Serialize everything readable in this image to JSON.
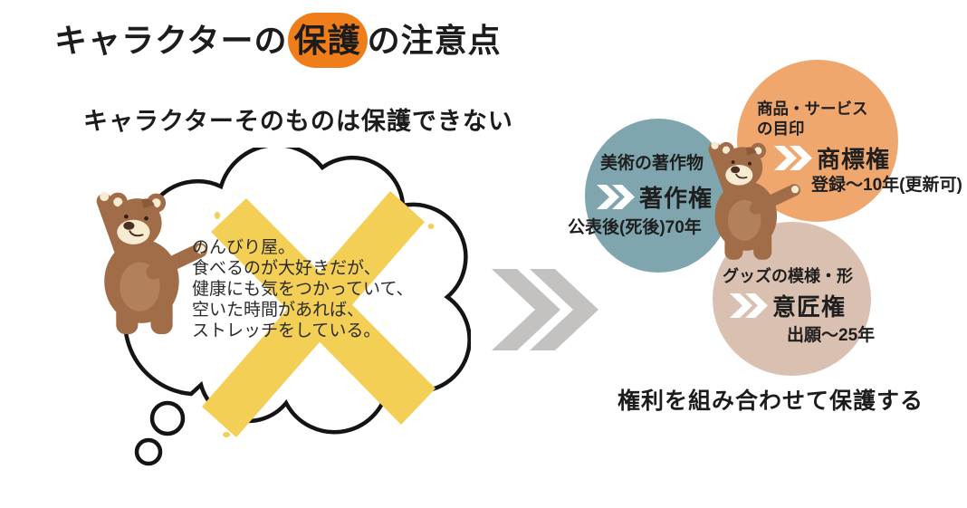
{
  "title": {
    "pre": "キャラクターの",
    "highlight": "保護",
    "post": "の注意点"
  },
  "subtitle": "キャラクターそのものは保護できない",
  "thought_bubble": {
    "line1": "のんびり屋。",
    "line2": "食べるのが大好きだが、",
    "line3": "健康にも気をつかっていて、",
    "line4": "空いた時間があれば、",
    "line5": "ストレッチをしている。"
  },
  "rights": {
    "copyright": {
      "qualifier": "美術の著作物",
      "name": "著作権",
      "duration": "公表後(死後)70年",
      "color": "#7FA5AE"
    },
    "trademark": {
      "qualifier_line1": "商品・サービス",
      "qualifier_line2": "の目印",
      "name": "商標権",
      "duration": "登録〜10年(更新可)",
      "color": "#F0A76E"
    },
    "design": {
      "qualifier": "グッズの模様・形",
      "name": "意匠権",
      "duration": "出願〜25年",
      "color": "#D9C0B0"
    }
  },
  "footer": "権利を組み合わせて保護する",
  "colors": {
    "highlight_badge": "#EE7D1A",
    "cross_yellow": "#F3CF55",
    "arrow_grey": "#C3C2C0",
    "outline_black": "#141414"
  },
  "icons": {
    "arrow": "double-chevron-right-icon",
    "chevron": "double-chevron-icon",
    "cross": "brush-x-icon",
    "bubble": "thought-bubble-icon",
    "mascot": "bear-mascot-icon"
  }
}
